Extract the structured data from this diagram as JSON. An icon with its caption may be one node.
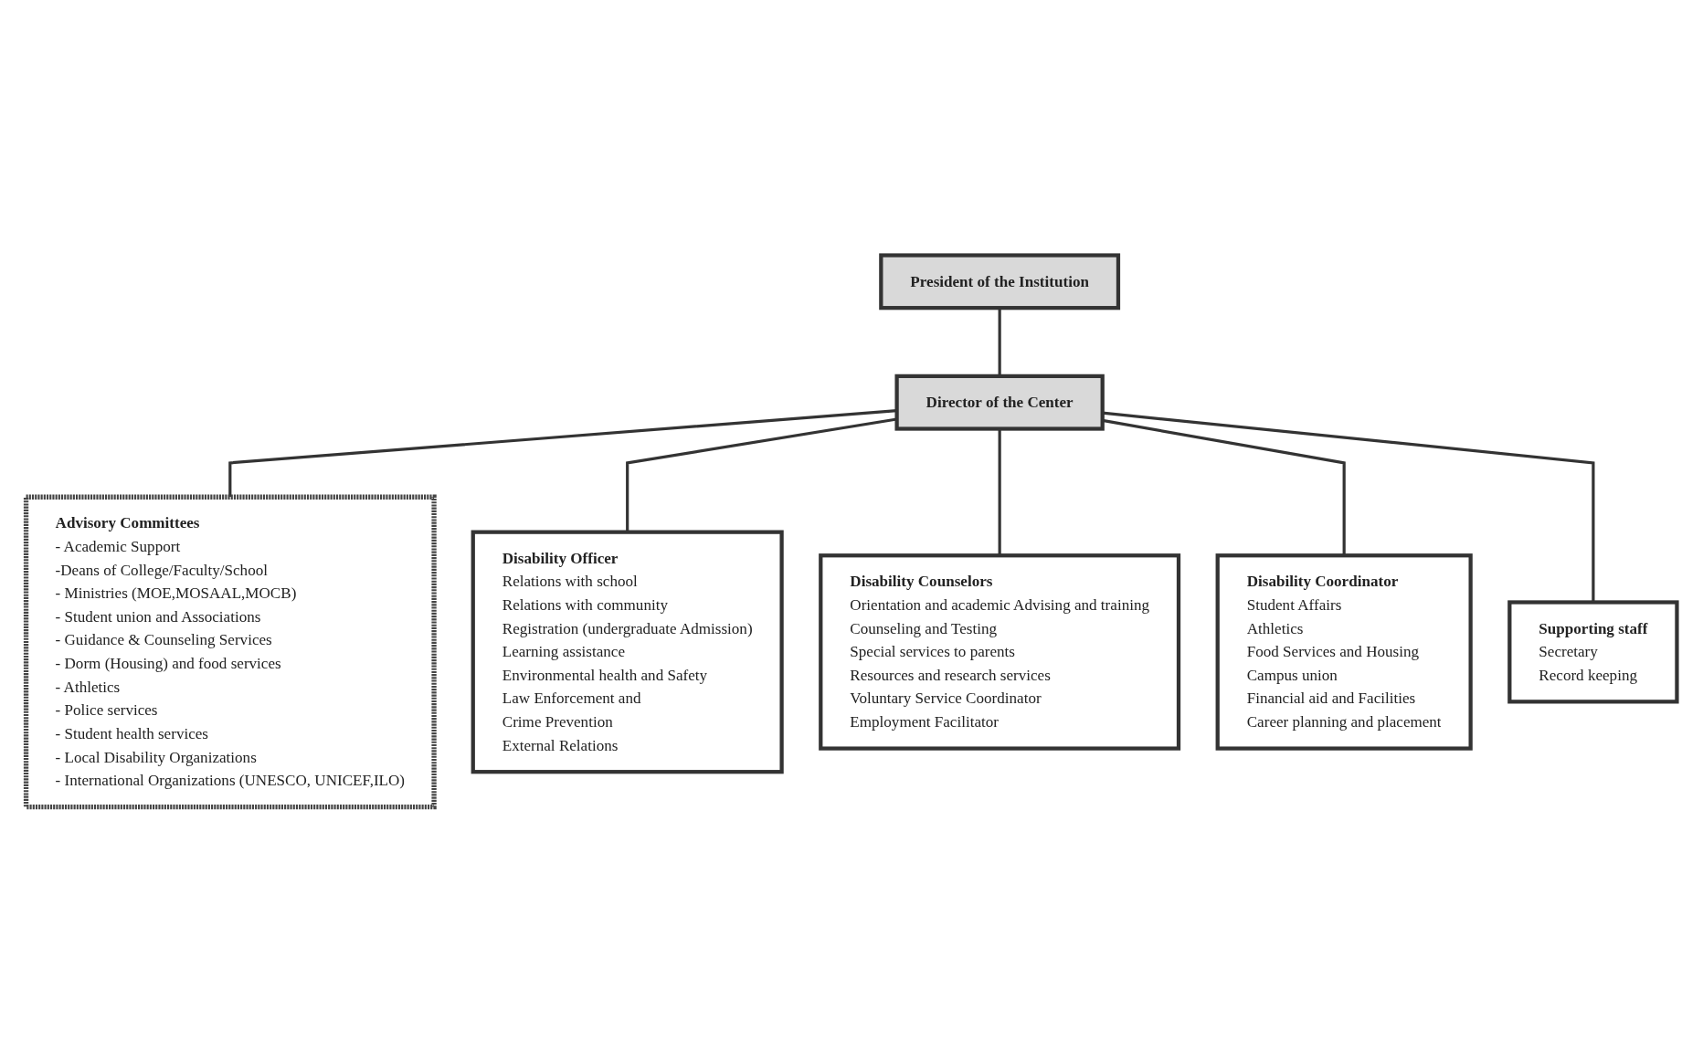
{
  "diagram": {
    "nodes": [
      {
        "text": [
          "President of the Institution"
        ]
      },
      {
        "text": [
          "Director of the Center"
        ]
      },
      {
        "text": [
          "Advisory Committees",
          "- Academic Support",
          "-Deans of College/Faculty/School",
          "- Ministries (MOE,MOSAAL,MOCB)",
          "- Student union and Associations",
          "- Guidance & Counseling Services",
          "- Dorm (Housing) and food services",
          "- Athletics",
          "- Police services",
          "- Student health services",
          "- Local Disability Organizations",
          "- International Organizations (UNESCO, UNICEF,ILO)"
        ]
      },
      {
        "text": [
          "Disability Officer",
          "Relations with school",
          "Relations with community",
          "Registration (undergraduate Admission)",
          "Learning assistance",
          "Environmental health and Safety",
          "Law Enforcement and",
          "Crime Prevention",
          "External Relations"
        ]
      },
      {
        "text": [
          "Disability Counselors",
          "Orientation and academic Advising and training",
          "Counseling and Testing",
          "Special services to parents",
          "Resources and research services",
          "Voluntary Service Coordinator",
          "Employment Facilitator"
        ]
      },
      {
        "text": [
          "Disability Coordinator",
          "Student Affairs",
          "Athletics",
          "Food Services and Housing",
          "Campus union",
          "Financial aid and Facilities",
          "Career planning and placement"
        ]
      },
      {
        "text": [
          "Supporting staff",
          "Secretary",
          "Record keeping"
        ]
      }
    ],
    "edges": [
      {
        "from": 0,
        "to": 1,
        "arrow": "none"
      },
      {
        "from": 1,
        "to": 2,
        "arrow": "none"
      },
      {
        "from": 1,
        "to": 3,
        "arrow": "none"
      },
      {
        "from": 1,
        "to": 4,
        "arrow": "none"
      },
      {
        "from": 1,
        "to": 5,
        "arrow": "none"
      },
      {
        "from": 1,
        "to": 6,
        "arrow": "none"
      }
    ]
  }
}
